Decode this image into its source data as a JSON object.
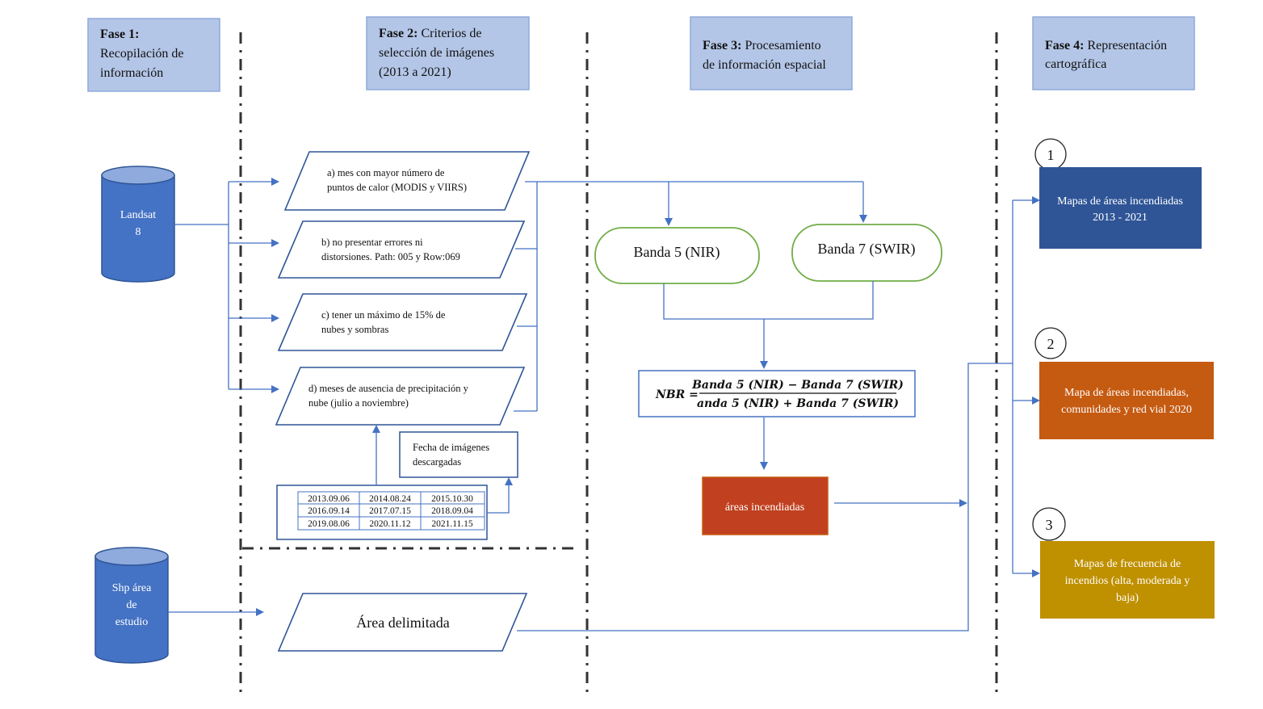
{
  "phases": [
    {
      "bold": "Fase 1:",
      "lines": [
        "Recopilación de",
        "información"
      ]
    },
    {
      "bold": "Fase 2:",
      "rest": " Criterios de",
      "lines": [
        "selección de imágenes",
        "(2013 a 2021)"
      ]
    },
    {
      "bold": "Fase 3:",
      "rest": " Procesamiento",
      "lines": [
        "de información espacial"
      ]
    },
    {
      "bold": "Fase 4:",
      "rest": " Representación",
      "lines": [
        "cartográfica"
      ]
    }
  ],
  "sources": {
    "landsat": [
      "Landsat",
      "8"
    ],
    "shp": [
      "Shp área",
      "de",
      "estudio"
    ]
  },
  "criteria": [
    [
      "a) mes con mayor número de",
      "puntos de calor (MODIS y VIIRS)"
    ],
    [
      "b) no presentar errores ni",
      "distorsiones. Path: 005 y Row:069"
    ],
    [
      "c) tener un máximo de 15% de",
      "nubes y sombras"
    ],
    [
      "d) meses de ausencia de precipitación y",
      "nube (julio a noviembre)"
    ]
  ],
  "dates_label": [
    "Fecha de imágenes",
    "descargadas"
  ],
  "dates": [
    [
      "2013.09.06",
      "2014.08.24",
      "2015.10.30"
    ],
    [
      "2016.09.14",
      "2017.07.15",
      "2018.09.04"
    ],
    [
      "2019.08.06",
      "2020.11.12",
      "2021.11.15"
    ]
  ],
  "area": "Área delimitada",
  "bands": {
    "nir": "Banda 5 (NIR)",
    "swir": "Banda 7 (SWIR)"
  },
  "formula": {
    "lhs": "NBR =",
    "num": "Banda 5 (NIR) − Banda 7 (SWIR)",
    "den": "anda 5 (NIR) +  Banda 7 (SWIR)"
  },
  "burned": "áreas incendiadas",
  "outputs": [
    {
      "num": "1",
      "lines": [
        "Mapas de áreas incendiadas",
        "2013 - 2021"
      ],
      "color": "#2f5597"
    },
    {
      "num": "2",
      "lines": [
        "Mapa de áreas incendiadas,",
        "comunidades y red vial 2020"
      ],
      "color": "#c55a11"
    },
    {
      "num": "3",
      "lines": [
        "Mapas de frecuencia de",
        "incendios (alta, moderada y",
        "baja)"
      ],
      "color": "#bf9000"
    }
  ],
  "colors": {
    "header_fill": "#b4c6e7",
    "cylinder": "#4472c4",
    "burned": "#c0401f",
    "band_border": "#70ad47"
  }
}
